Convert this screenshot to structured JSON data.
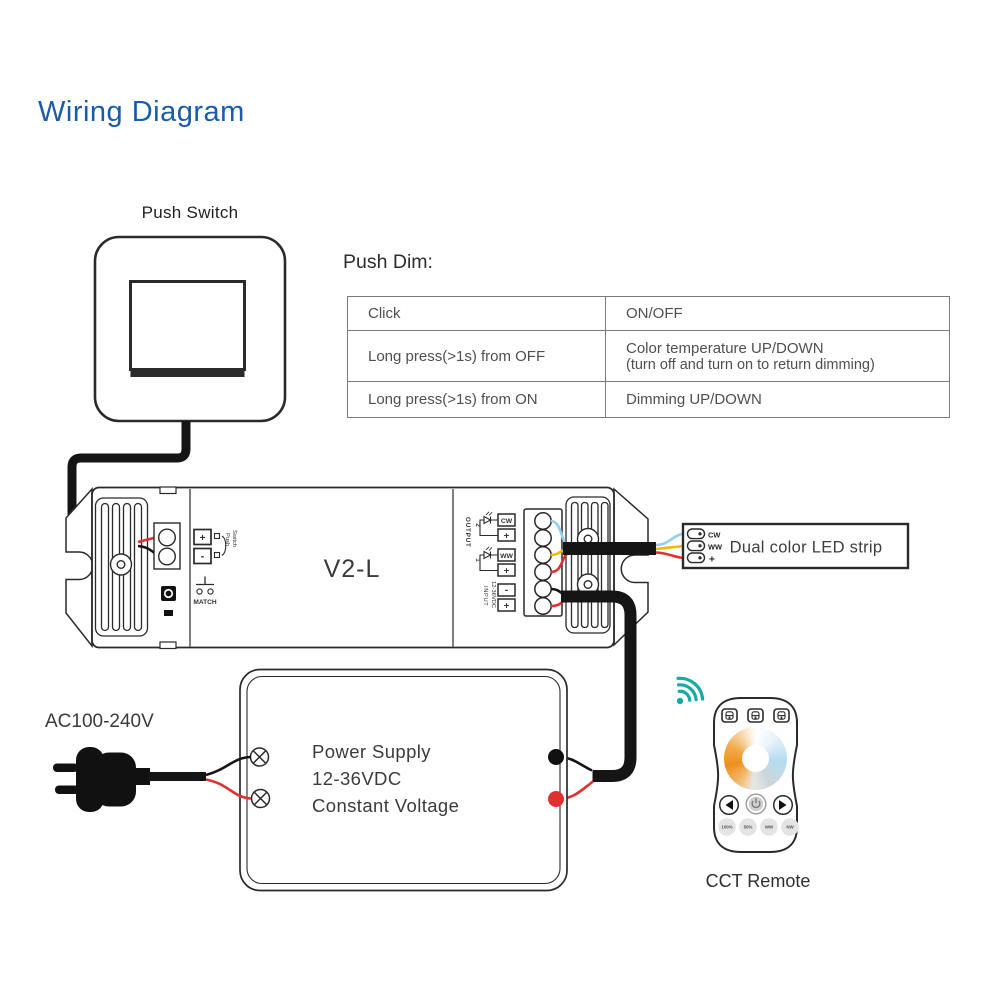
{
  "title": "Wiring Diagram",
  "push_switch": {
    "label": "Push Switch"
  },
  "push_dim": {
    "heading": "Push Dim:",
    "rows": [
      {
        "action": "Click",
        "result": "ON/OFF",
        "note": ""
      },
      {
        "action": "Long press(>1s) from OFF",
        "result": "Color temperature UP/DOWN",
        "note": "(turn off and turn on to return dimming)"
      },
      {
        "action": "Long press(>1s) from ON",
        "result": "Dimming UP/DOWN",
        "note": ""
      }
    ]
  },
  "controller": {
    "model": "V2-L",
    "push_terminal": {
      "plus": "+",
      "minus": "-",
      "label_word1": "Switch",
      "label_word2": "Push"
    },
    "match_label": "MATCH",
    "output_label": "OUTPUT",
    "output_ch2": "2",
    "output_ch1": "1",
    "out_cw": "CW",
    "out_plus2": "+",
    "out_ww": "WW",
    "out_plus1": "+",
    "in_minus": "-",
    "in_plus": "+",
    "input_label": "INPUT",
    "input_voltage": "12-36VDC"
  },
  "led_strip": {
    "label": "Dual color LED strip",
    "pad_cw": "CW",
    "pad_ww": "WW",
    "pad_plus": "+"
  },
  "power_supply": {
    "line1": "Power Supply",
    "line2": "12-36VDC",
    "line3": "Constant Voltage",
    "ac_label": "AC100-240V"
  },
  "remote": {
    "label": "CCT Remote",
    "btn_100": "100%",
    "btn_50": "50%",
    "btn_ww": "WW",
    "btn_nw": "NW",
    "icons": {
      "wifi": "wifi-signal-icon",
      "power": "power-icon",
      "zone": "zone-button-icon",
      "left": "arrow-left-icon",
      "right": "arrow-right-icon",
      "color_wheel": "cct-color-wheel"
    }
  },
  "colors": {
    "title_blue": "#1b5ca8",
    "wire_red": "#e03030",
    "wire_blue": "#8fd0ef",
    "wire_yellow": "#f3b70a",
    "wifi_teal": "#17a9a5"
  }
}
